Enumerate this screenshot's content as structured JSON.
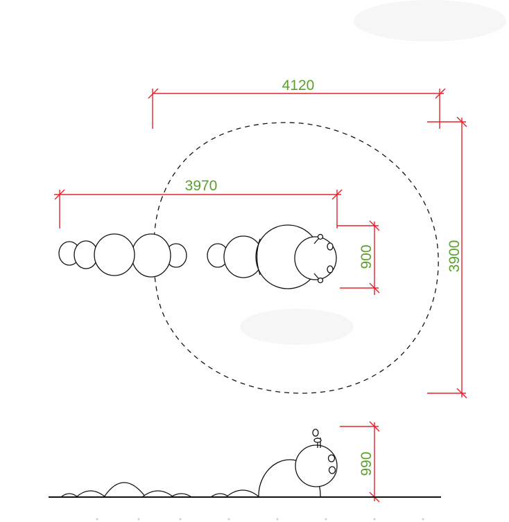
{
  "dimensions": {
    "overall_width": "4120",
    "overall_height": "3900",
    "body_length": "3970",
    "body_width": "900",
    "elevation_height": "990"
  },
  "colors": {
    "dimension_line": "#e8202a",
    "dimension_text": "#5aa02c",
    "outline": "#111111"
  }
}
